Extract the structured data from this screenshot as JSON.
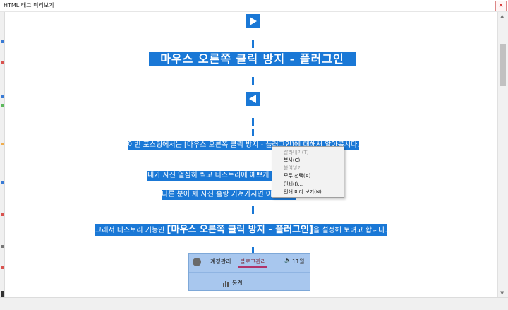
{
  "window": {
    "title": "HTML 태그 미리보기",
    "close_label": "x"
  },
  "content": {
    "headline": "마우스 오른쪽 클릭 방지 - 플러그인",
    "paragraph1": "이번 포스팅에서는 [마우스 오른쪽 클릭 방지 - 플러그인]에 대해서 알아봅시다.",
    "paragraph2": "내가 사진 열심히 찍고 티스토리에 예쁘게 올렸는데!",
    "paragraph3": "다른 분이 제 사진 홀랑 가져가시면 어떡하죠?",
    "paragraph4_pre": "그래서 티스토리 기능인 ",
    "paragraph4_big": "[마우스 오른쪽 클릭 방지 - 플러그인]",
    "paragraph4_post": "을 설정해 보려고 합니다."
  },
  "context_menu": {
    "items": [
      {
        "label": "잘라내기(T)",
        "enabled": false
      },
      {
        "label": "복사(C)",
        "enabled": true
      },
      {
        "label": "붙여넣기",
        "enabled": false
      },
      {
        "label": "모두 선택(A)",
        "enabled": true
      },
      {
        "label": "인쇄(I)...",
        "enabled": true
      },
      {
        "label": "인쇄 미리 보기(N)...",
        "enabled": true
      }
    ]
  },
  "embedded_card": {
    "account_label": "계정관리",
    "blog_manage_label": "블로그관리",
    "notice_label": "11월",
    "stats_label": "통계"
  },
  "icons": {
    "play_right": "play-right-icon",
    "play_left": "play-left-icon",
    "speaker": "speaker-icon",
    "bar_chart": "bar-chart-icon"
  },
  "colors": {
    "selection": "#1a78d6",
    "card_bg": "#a8c7ee",
    "underline": "#b0346a"
  }
}
